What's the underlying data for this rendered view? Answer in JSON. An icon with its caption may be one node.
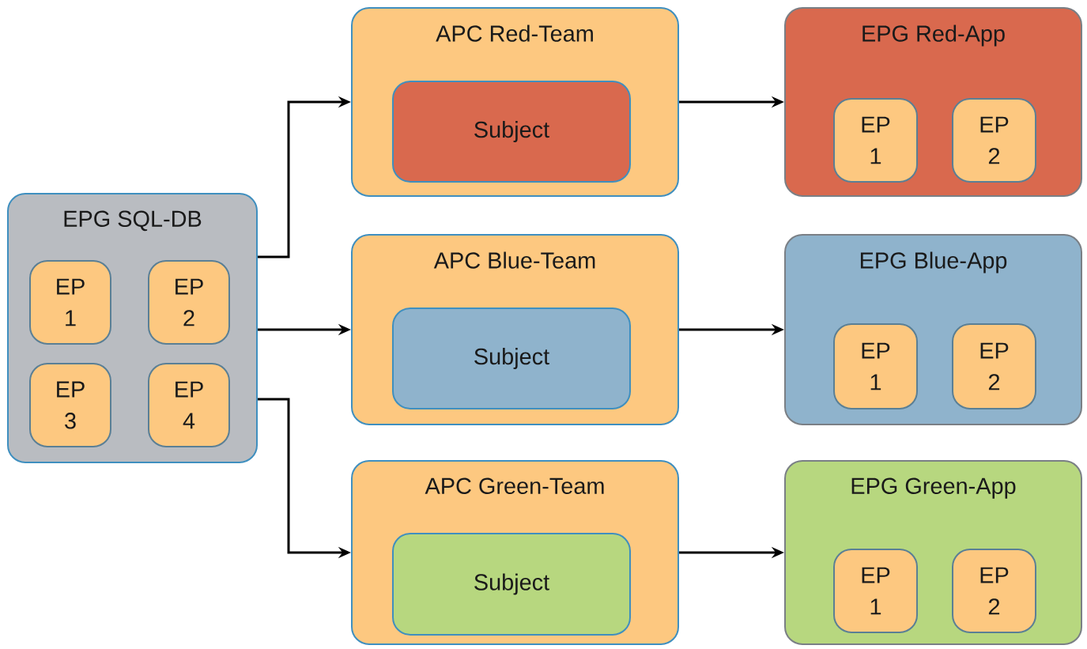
{
  "diagram": {
    "nodes": [
      {
        "text": [
          "EPG SQL-DB"
        ]
      },
      {
        "text": [
          "EP 1"
        ],
        "in": 0
      },
      {
        "text": [
          "EP 2"
        ],
        "in": 0
      },
      {
        "text": [
          "EP 3"
        ],
        "in": 0
      },
      {
        "text": [
          "EP 4"
        ],
        "in": 0
      },
      {
        "text": [
          "APC Red-Team"
        ]
      },
      {
        "text": [
          "Subject"
        ],
        "in": 5
      },
      {
        "text": [
          "APC Blue-Team"
        ]
      },
      {
        "text": [
          "Subject"
        ],
        "in": 7
      },
      {
        "text": [
          "APC Green-Team"
        ]
      },
      {
        "text": [
          "Subject"
        ],
        "in": 9
      },
      {
        "text": [
          "EPG Red-App"
        ]
      },
      {
        "text": [
          "EP 1"
        ],
        "in": 11
      },
      {
        "text": [
          "EP 2"
        ],
        "in": 11
      },
      {
        "text": [
          "EPG Blue-App"
        ]
      },
      {
        "text": [
          "EP 1"
        ],
        "in": 14
      },
      {
        "text": [
          "EP 2"
        ],
        "in": 14
      },
      {
        "text": [
          "EPG Green-App"
        ]
      },
      {
        "text": [
          "EP 1"
        ],
        "in": 17
      },
      {
        "text": [
          "EP 2"
        ],
        "in": 17
      }
    ],
    "edges": [
      {
        "from": 0,
        "to": 5,
        "arrow": "to"
      },
      {
        "from": 0,
        "to": 7,
        "arrow": "to"
      },
      {
        "from": 0,
        "to": 9,
        "arrow": "to"
      },
      {
        "from": 5,
        "to": 11,
        "arrow": "to"
      },
      {
        "from": 7,
        "to": 14,
        "arrow": "to"
      },
      {
        "from": 9,
        "to": 17,
        "arrow": "to"
      }
    ]
  }
}
